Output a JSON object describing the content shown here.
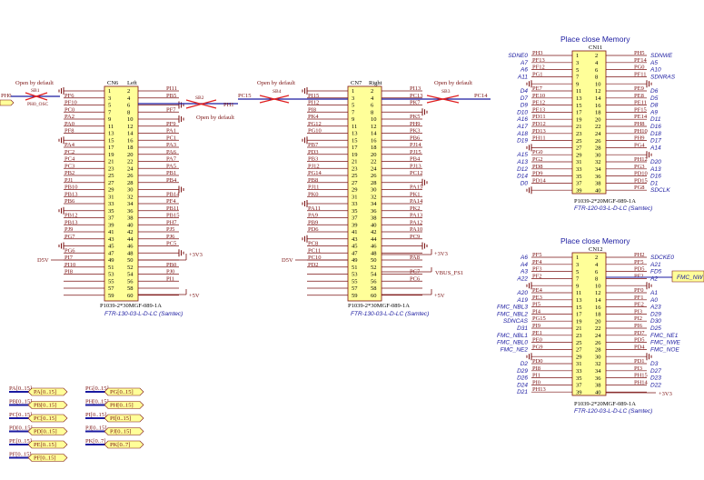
{
  "notes": {
    "open_default": "Open by default"
  },
  "cn6": {
    "name": "CN6",
    "side": "Left",
    "part": "P1039-2*30MGF-089-1A",
    "model": "FTR-130-03-L-D-LC (Samtec)",
    "left_nets": [
      "",
      "PF6",
      "PF10",
      "PC0",
      "PA2",
      "PA0",
      "PF8",
      "",
      "PA4",
      "PC2",
      "PC4",
      "PC3",
      "PB2",
      "PJ1",
      "PB10",
      "PB13",
      "PB6",
      "",
      "PB12",
      "PB13",
      "PJ9",
      "PG7",
      "",
      "PG6",
      "PI7",
      "PI10",
      "PI8",
      "",
      "",
      ""
    ],
    "right_nets": [
      "PI11",
      "PB5",
      "",
      "PF7",
      "",
      "PF9",
      "PA1",
      "PC1",
      "PA3",
      "PA6",
      "PA7",
      "PA5",
      "PB1",
      "PB4",
      "",
      "PB14",
      "PF4",
      "PB11",
      "PB15",
      "PH7",
      "PJ5",
      "PJ6",
      "PC5",
      "",
      "",
      "PB0",
      "PJ0",
      "PI1",
      "",
      ""
    ]
  },
  "cn7": {
    "name": "CN7",
    "side": "Right",
    "part": "P1039-2*30MGF-089-1A",
    "model": "FTR-130-03-L-D-LC (Samtec)",
    "left_nets": [
      "",
      "PI15",
      "PI12",
      "PI8",
      "PK4",
      "PG12",
      "PG10",
      "",
      "PB7",
      "PD3",
      "PB3",
      "PJ12",
      "PG14",
      "PB8",
      "PJ11",
      "PK0",
      "",
      "PA11",
      "PA9",
      "PB9",
      "PD6",
      "",
      "PC8",
      "PC11",
      "PC10",
      "PD2",
      "",
      "",
      "",
      ""
    ],
    "right_nets": [
      "PI13",
      "PC13",
      "PK7",
      "",
      "PK5",
      "PH9",
      "PK3",
      "PB6",
      "PJ14",
      "PJ15",
      "PB4",
      "PJ13",
      "PC12",
      "",
      "PA15",
      "PK1",
      "PA14",
      "PK2",
      "PA13",
      "PA12",
      "PA10",
      "PC9",
      "",
      "",
      "PA8",
      "",
      "PC7",
      "PC6",
      "",
      ""
    ]
  },
  "cn11": {
    "name": "CN11",
    "heading": "Place close Memory",
    "part": "P1039-2*20MGF-089-1A",
    "model": "FTR-120-03-L-D-LC (Samtec)",
    "left_signals": [
      "SDNE0",
      "A7",
      "A6",
      "A11",
      "",
      "D4",
      "D7",
      "D9",
      "D10",
      "A16",
      "A17",
      "A18",
      "D19",
      "",
      "A15",
      "A13",
      "D12",
      "D14",
      "D0",
      ""
    ],
    "left_nets": [
      "PH3",
      "PF13",
      "PF12",
      "PG1",
      "",
      "PE7",
      "PE10",
      "PE12",
      "PE13",
      "PD11",
      "PD12",
      "PD13",
      "PH11",
      "",
      "PG0",
      "PG2",
      "PD8",
      "PD9",
      "PD14",
      ""
    ],
    "right_nets": [
      "PH5",
      "PF14",
      "PG0",
      "PF11",
      "",
      "PE9",
      "PE8",
      "PE11",
      "PF15",
      "PE14",
      "PH8",
      "PH10",
      "PH9",
      "PG4",
      "",
      "PH12",
      "PG3",
      "PD10",
      "PD15",
      "PG8"
    ],
    "right_signals": [
      "SDNWE",
      "A5",
      "A10",
      "SDNRAS",
      "",
      "D6",
      "D5",
      "D8",
      "A9",
      "D11",
      "D16",
      "D18",
      "D17",
      "A14",
      "",
      "D20",
      "A13",
      "D16",
      "D1",
      "SDCLK"
    ]
  },
  "cn12": {
    "name": "CN12",
    "heading": "Place close Memory",
    "part": "P1039-2*20MGF-089-1A",
    "model": "FTR-120-03-L-D-LC (Samtec)",
    "left_signals": [
      "A6",
      "A4",
      "A3",
      "A22",
      "",
      "A20",
      "A19",
      "FMC_NBL3",
      "FMC_NBL2",
      "SDNCAS",
      "D31",
      "FMC_NBL1",
      "FMC_NBL0",
      "FMC_NE2",
      "",
      "D2",
      "D29",
      "D26",
      "D24",
      "D21"
    ],
    "left_nets": [
      "PF5",
      "PF4",
      "PF3",
      "PF2",
      "",
      "PE4",
      "PE3",
      "PI5",
      "PI4",
      "PG15",
      "PI9",
      "PE1",
      "PE0",
      "PG9",
      "",
      "PD0",
      "PI8",
      "PI1",
      "PI0",
      "PH13"
    ],
    "right_nets": [
      "PH2",
      "PF5",
      "PD5",
      "PF2",
      "",
      "PF0",
      "PF1",
      "PE2",
      "PI3",
      "PI2",
      "PI6",
      "PD7",
      "PD5",
      "PD4",
      "",
      "PD1",
      "PI3",
      "PH15",
      "PH14",
      ""
    ],
    "right_signals": [
      "SDCKE0",
      "A21",
      "FD5",
      "A2",
      "",
      "A1",
      "A0",
      "A23",
      "D29",
      "D30",
      "D25",
      "FMC_NE1",
      "FMC_NWE",
      "FMC_NOE",
      "",
      "D3",
      "D27",
      "D23",
      "D22",
      ""
    ]
  },
  "supplies": {
    "d5v": "D5V",
    "p3v3": "+3V3",
    "p5v": "+5V",
    "vbus": "VBUS_FS1"
  },
  "jumpers": {
    "sb1": {
      "name": "SB1",
      "net_left": "PH0",
      "net_right": "PH0_OSC"
    },
    "sb2": {
      "name": "SB2",
      "net_right": "PH1"
    },
    "sb4": {
      "name": "SB4",
      "net_left": "PC15"
    },
    "sb3": {
      "name": "SB3",
      "net_right": "PC14"
    }
  },
  "extra": {
    "fmc_nwe": "FMC_NW"
  },
  "bus_ports": {
    "left": [
      {
        "net": "PA[0..15]",
        "port": "PA[0..15]"
      },
      {
        "net": "PB[0..15]",
        "port": "PB[0..15]"
      },
      {
        "net": "PC[0..15]",
        "port": "PC[0..15]"
      },
      {
        "net": "PD[0..15]",
        "port": "PD[0..15]"
      },
      {
        "net": "PE[0..15]",
        "port": "PE[0..15]"
      },
      {
        "net": "PF[0..15]",
        "port": "PF[0..15]"
      }
    ],
    "right": [
      {
        "net": "PG[0..15]",
        "port": "PG[0..15]"
      },
      {
        "net": "PH[0..15]",
        "port": "PH[0..15]"
      },
      {
        "net": "PI[0..15]",
        "port": "PI[0..15]"
      },
      {
        "net": "PJ[0..15]",
        "port": "PJ[0..15]"
      },
      {
        "net": "PK[0..7]",
        "port": "PK[0..7]"
      }
    ]
  }
}
